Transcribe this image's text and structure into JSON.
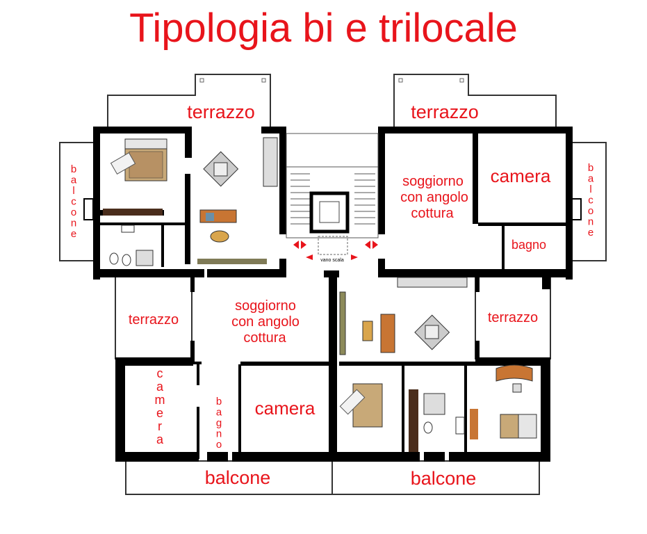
{
  "title": "Tipologia bi e trilocale",
  "accent_color": "#e8141b",
  "wall_color": "#000000",
  "labels": {
    "terrazzo": "terrazzo",
    "soggiorno_1": "soggiorno",
    "soggiorno_2": "con angolo",
    "soggiorno_3": "cottura",
    "camera": "camera",
    "bagno": "bagno",
    "balcone": "balcone",
    "vano_scala": "vano scala"
  },
  "vertical_labels": {
    "balcone": [
      "b",
      "a",
      "l",
      "c",
      "o",
      "n",
      "e"
    ],
    "camera": [
      "c",
      "a",
      "m",
      "e",
      "r",
      "a"
    ],
    "bagno": [
      "b",
      "a",
      "g",
      "n",
      "o"
    ]
  },
  "furniture_icons": [
    "double-bed-icon",
    "sofa-icon",
    "dining-table-icon",
    "kitchen-counter-icon",
    "bathroom-fixtures-icon",
    "desk-icon",
    "wardrobe-icon",
    "staircase-icon",
    "elevator-icon",
    "door-arrow-icon"
  ]
}
